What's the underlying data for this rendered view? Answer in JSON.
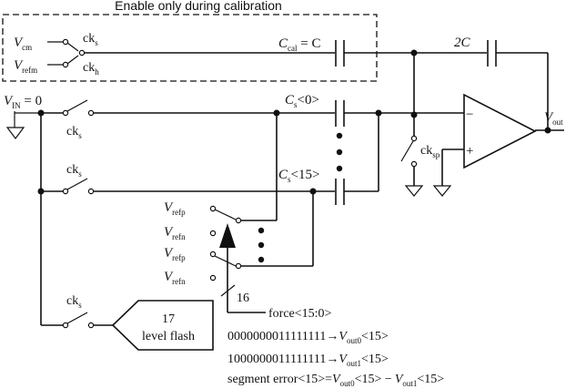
{
  "calibration_box": {
    "caption": "Enable only during calibration"
  },
  "inputs": {
    "vcm": {
      "main": "V",
      "sub": "cm"
    },
    "vrefm_top": {
      "main": "V",
      "sub": "refm"
    },
    "vin": {
      "main": "V",
      "sub": "IN",
      "rest": " = 0"
    },
    "vrefp_1": {
      "main": "V",
      "sub": "refp"
    },
    "vrefn_1": {
      "main": "V",
      "sub": "refn"
    },
    "vrefp_2": {
      "main": "V",
      "sub": "refp"
    },
    "vrefn_2": {
      "main": "V",
      "sub": "refn"
    }
  },
  "switch_labels": {
    "cks_cal": {
      "main": "ck",
      "sub": "s"
    },
    "ckh_cal": {
      "main": "ck",
      "sub": "h"
    },
    "cks_1": {
      "main": "ck",
      "sub": "s"
    },
    "cks_2": {
      "main": "ck",
      "sub": "s"
    },
    "cks_3": {
      "main": "ck",
      "sub": "s"
    },
    "cksp": {
      "main": "ck",
      "sub": "sp"
    }
  },
  "capacitors": {
    "ccal": {
      "main": "C",
      "sub": "cal",
      "rest": " = C"
    },
    "cs0": {
      "main": "C",
      "sub": "s",
      "rest": "<0>"
    },
    "cs15": {
      "main": "C",
      "sub": "s",
      "rest": "<15>"
    },
    "feedback": {
      "main": "2C"
    }
  },
  "opamp": {
    "minus": "−",
    "plus": "+",
    "out_main": "V",
    "out_sub": "out"
  },
  "bus": {
    "width": "16",
    "label": "force<15:0>"
  },
  "flash": {
    "line1": "17",
    "line2": "level flash"
  },
  "codes": [
    {
      "code": "0000000011111111",
      "arrow": "→",
      "main": "V",
      "sub": "out0",
      "rest": "<15>"
    },
    {
      "code": "1000000011111111",
      "arrow": "→",
      "main": "V",
      "sub": "out1",
      "rest": "<15>"
    }
  ],
  "segment_error": {
    "prefix": "segment error<15>=",
    "t1_main": "V",
    "t1_sub": "out0",
    "t1_rest": "<15> −",
    "t2_main": "V",
    "t2_sub": "out1",
    "t2_rest": "<15>"
  }
}
